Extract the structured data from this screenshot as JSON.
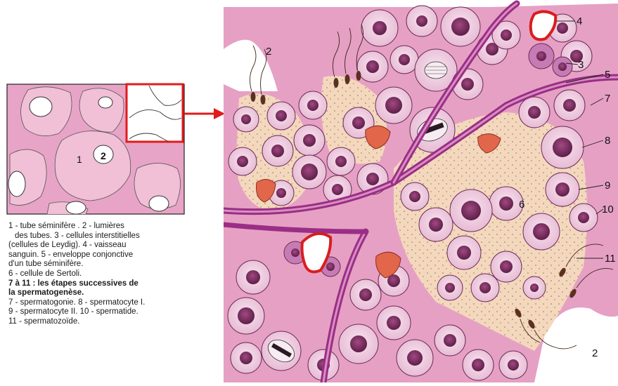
{
  "inset": {
    "labels": [
      "1",
      "2"
    ]
  },
  "detail": {
    "labels": [
      "2",
      "4",
      "3",
      "5",
      "7",
      "8",
      "9",
      "10",
      "6",
      "11",
      "2"
    ]
  },
  "legend": {
    "lines": [
      "1 - tube  séminifère . 2 - lumières",
      "des tubes. 3 - cellules interstitielles",
      "(cellules de Leydig). 4 - vaisseau",
      "sanguin. 5 - enveloppe conjonctive",
      "d'un tube séminifère.",
      "6 - cellule de Sertoli.",
      "7 à 11 : les étapes successives de",
      "la spermatogenèse.",
      "7 - spermatogonie. 8 - spermatocyte I.",
      "9 - spermatocyte II. 10 - spermatide.",
      "11 - spermatozoïde."
    ]
  },
  "colors": {
    "tissue": "#e39ac0",
    "cell": "#ecc8df",
    "nucleus": "#7a2b5c",
    "membrane": "#8a2a7a",
    "vessel": "#d81e1e",
    "sertoli": "#f3d8bd",
    "leydig": "#e2664a",
    "highlight": "#e21b1b"
  }
}
